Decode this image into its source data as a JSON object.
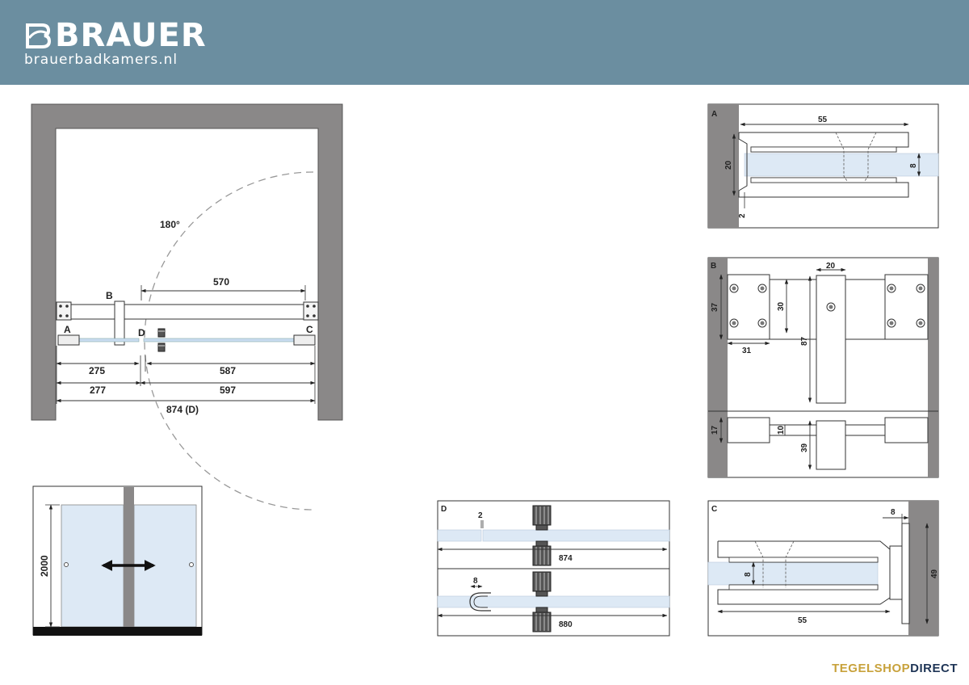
{
  "header": {
    "brand_name": "BRAUER",
    "website": "brauerbadkamers.nl",
    "background": "#6b8ea0"
  },
  "plan": {
    "swing_angle": "180°",
    "label_b": "B",
    "label_a": "A",
    "label_d": "D",
    "label_c": "C",
    "dim_570": "570",
    "dim_275": "275",
    "dim_587": "587",
    "dim_277": "277",
    "dim_597": "597",
    "dim_874d": "874 (D)"
  },
  "elevation": {
    "height": "2000",
    "arrow_icon": "double-arrow-icon"
  },
  "detail_a": {
    "title": "A",
    "dim_55": "55",
    "dim_20": "20",
    "dim_8": "8",
    "dim_2": "2"
  },
  "detail_b": {
    "title": "B",
    "dim_20": "20",
    "dim_37": "37",
    "dim_30": "30",
    "dim_87": "87",
    "dim_31": "31",
    "dim_17": "17",
    "dim_10": "10",
    "dim_39": "39"
  },
  "detail_c": {
    "title": "C",
    "dim_8_top": "8",
    "dim_8_glass": "8",
    "dim_49": "49",
    "dim_55": "55"
  },
  "detail_d": {
    "title": "D",
    "dim_2": "2",
    "dim_874": "874",
    "dim_8": "8",
    "dim_880": "880"
  },
  "footer": {
    "brand_part1": "TEGELSHOP",
    "brand_part2": "DIRECT"
  },
  "colors": {
    "wall": "#8a8888",
    "glass": "#dde9f5",
    "line": "#222222",
    "accent_gold": "#c8a23c",
    "accent_navy": "#1f3556"
  }
}
